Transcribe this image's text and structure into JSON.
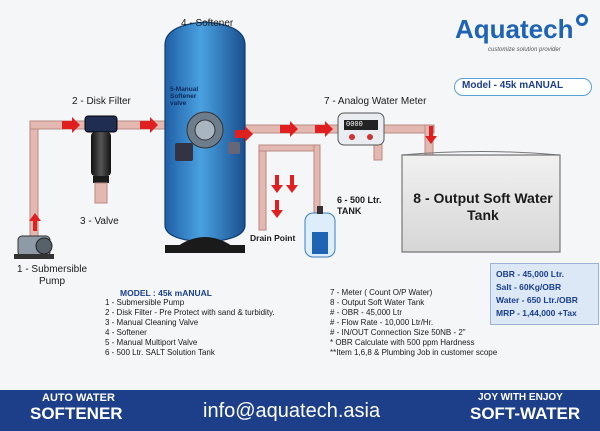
{
  "brand": {
    "name_a": "Aqua",
    "name_b": "tech",
    "tagline": "customize solution provider",
    "model_label": "Model - 45k mANUAL"
  },
  "labels": {
    "softener": "4 - Softener",
    "disk_filter": "2 - Disk Filter",
    "valve_small": "5-Manual Softener valve",
    "meter": "7 - Analog Water Meter",
    "salt_tank": "6 - 500 Ltr. TANK",
    "drain": "Drain Point",
    "output_tank": "8 - Output Soft Water Tank",
    "valve": "3 - Valve",
    "pump": "1 - Submersible Pump"
  },
  "model_list": {
    "title": "MODEL : 45k mANUAL",
    "items": [
      "1 - Submersible Pump",
      "2 - Disk Filter - Pre Protect with sand & turbidity.",
      "3 - Manual Cleaning Valve",
      "4 - Softener",
      "5 - Manual Multiport Valve",
      "6 - 500 Ltr. SALT Solution Tank"
    ]
  },
  "spec_list": [
    "7 - Meter ( Count O/P Water)",
    "8 - Output Soft Water Tank",
    "# - OBR - 45,000 Ltr",
    "# - Flow Rate - 10,000 Ltr/Hr.",
    "# - IN/OUT Connection Size 50NB - 2\"",
    "* OBR Calculate with 500 ppm Hardness",
    "**Item 1,6,8 & Plumbing Job in customer scope"
  ],
  "spec_box": [
    "OBR - 45,000 Ltr.",
    "Salt - 60Kg/OBR",
    "Water - 650 Ltr./OBR",
    "MRP - 1,44,000 +Tax"
  ],
  "meter_reading": "0000",
  "footer": {
    "left_line1": "AUTO WATER",
    "left_line2": "SOFTENER",
    "email": "info@aquatech.asia",
    "right_line1": "JOY WITH ENJOY",
    "right_line2": "SOFT-WATER"
  },
  "colors": {
    "accent": "#1d3f8a",
    "tank_blue": "#2e7fc6",
    "pipe": "#e3b8b0",
    "arrow": "#e02020",
    "logo_blue": "#1f63b5"
  }
}
